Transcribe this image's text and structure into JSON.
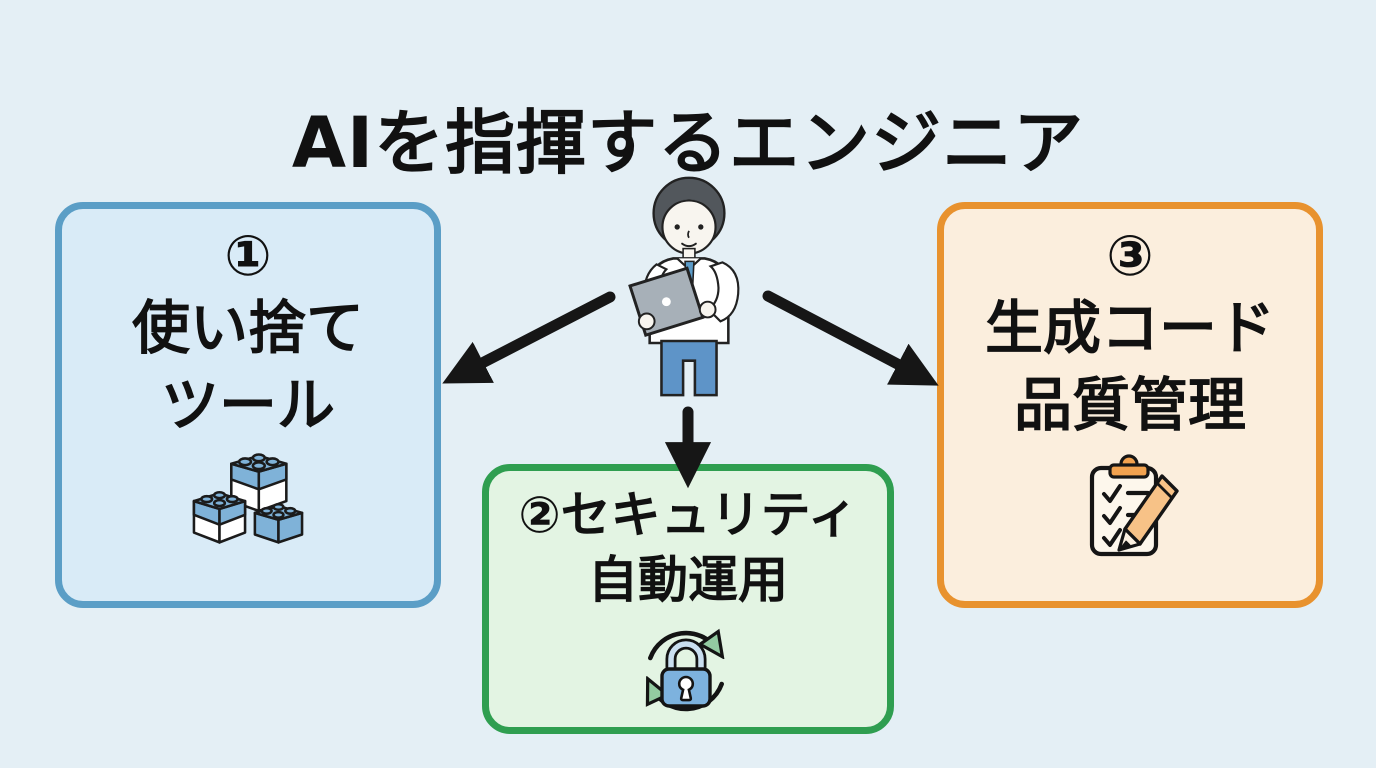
{
  "title": "AIを指揮するエンジニア",
  "figure": {
    "name": "engineer-with-tablet-illustration"
  },
  "boxes": {
    "disposable_tools": {
      "number": "①",
      "line1": "使い捨て",
      "line2": "ツール",
      "icon": "lego-bricks-icon"
    },
    "security_auto_ops": {
      "line1": "②セキュリティ",
      "line2": "自動運用",
      "icon": "lock-sync-icon"
    },
    "generated_code_quality": {
      "number": "③",
      "line1": "生成コード",
      "line2": "品質管理",
      "icon": "clipboard-checklist-pencil-icon"
    }
  },
  "colors": {
    "page_bg": "#e4eff5",
    "box1_fill": "#d9ebf7",
    "box1_border": "#5b9ec6",
    "box2_fill": "#e3f4e3",
    "box2_border": "#2f9e50",
    "box3_fill": "#fbeedd",
    "box3_border": "#e8922e",
    "arrow": "#161616",
    "text": "#111111"
  }
}
